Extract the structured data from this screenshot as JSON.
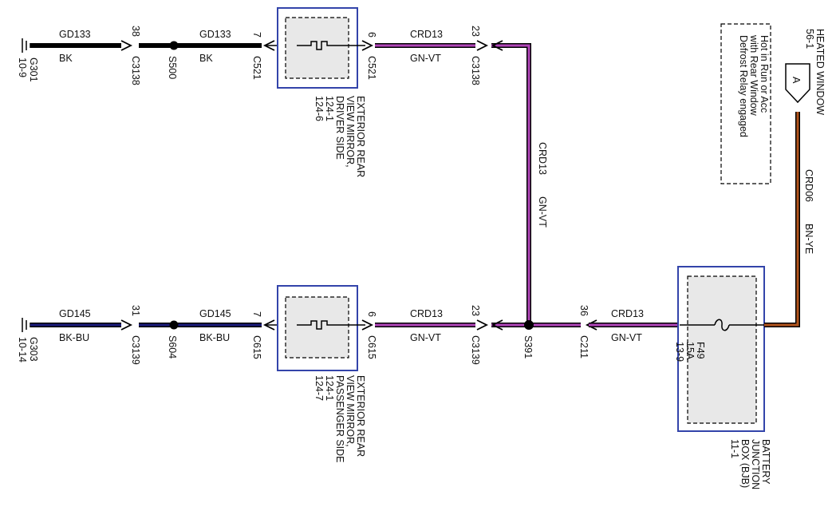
{
  "colors": {
    "bk": "#000000",
    "bk_bu": "#1a1a7a",
    "gn_vt": "#b045b8",
    "bn_ye": "#b2541c",
    "component_border": "#3344aa",
    "component_fill": "#e8e8e8"
  },
  "top_row": {
    "ground_ref": "G301",
    "ground_page": "10-9",
    "wire_left_circuit": "GD133",
    "wire_left_color": "BK",
    "conn_left_pin": "38",
    "conn_left": "C3138",
    "splice": "S500",
    "wire_mid_circuit": "GD133",
    "wire_mid_color": "BK",
    "comp_pin_in": "7",
    "comp_conn_in": "C521",
    "comp_pin_out": "6",
    "comp_conn_out": "C521",
    "component_label": [
      "EXTERIOR REAR",
      "VIEW MIRROR,",
      "DRIVER SIDE",
      "124-1",
      "124-6"
    ],
    "wire_right_circuit": "CRD13",
    "wire_right_color": "GN-VT",
    "conn_right_pin": "23",
    "conn_right": "C3138"
  },
  "bottom_row": {
    "ground_ref": "G303",
    "ground_page": "10-14",
    "wire_left_circuit": "GD145",
    "wire_left_color": "BK-BU",
    "conn_left_pin": "31",
    "conn_left": "C3139",
    "splice": "S604",
    "wire_mid_circuit": "GD145",
    "wire_mid_color": "BK-BU",
    "comp_pin_in": "7",
    "comp_conn_in": "C615",
    "comp_pin_out": "6",
    "comp_conn_out": "C615",
    "component_label": [
      "EXTERIOR REAR",
      "VIEW MIRROR,",
      "PASSENGER SIDE",
      "124-1",
      "124-7"
    ],
    "wire_right_circuit": "CRD13",
    "wire_right_color": "GN-VT",
    "conn_right_pin": "23",
    "conn_right": "C3139",
    "splice_right": "S391",
    "bjb_pin": "36",
    "bjb_conn": "C211",
    "bjb_wire_circuit": "CRD13",
    "bjb_wire_color": "GN-VT"
  },
  "vertical_wire": {
    "circuit": "CRD13",
    "color": "GN-VT"
  },
  "bjb": {
    "fuse": "F49",
    "rating": "15A",
    "page": "13-9",
    "label": [
      "BATTERY",
      "JUNCTION",
      "BOX (BJB)",
      "11-1"
    ]
  },
  "heated_window": {
    "title": "HEATED WINDOW",
    "page": "56-1",
    "marker": "A",
    "note": [
      "Hot in Run or Acc",
      "with Rear Window",
      "Defrost Relay engaged"
    ],
    "wire_circuit": "CRD06",
    "wire_color": "BN-YE"
  }
}
